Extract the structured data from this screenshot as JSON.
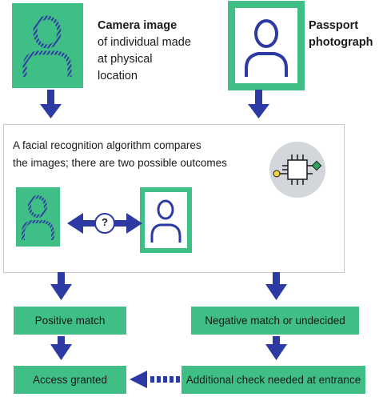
{
  "top": {
    "camera_label_bold": "Camera image",
    "camera_label_rest": "of individual made at physical location",
    "passport_label": "Passport photograph"
  },
  "panel": {
    "line1": "A facial recognition algorithm compares",
    "line2": "the images; there are two possible outcomes",
    "question_mark": "?"
  },
  "outcomes": {
    "positive": "Positive match",
    "negative": "Negative match or undecided",
    "access": "Access granted",
    "additional": "Additional check needed at entrance"
  },
  "colors": {
    "green": "#3fbf85",
    "navy": "#2e3aa3",
    "chip_bg": "#d3d7db",
    "chip_yellow": "#f2d23a",
    "chip_green": "#2fa35a"
  },
  "icons": [
    "person-icon",
    "chip-icon",
    "question-icon"
  ]
}
